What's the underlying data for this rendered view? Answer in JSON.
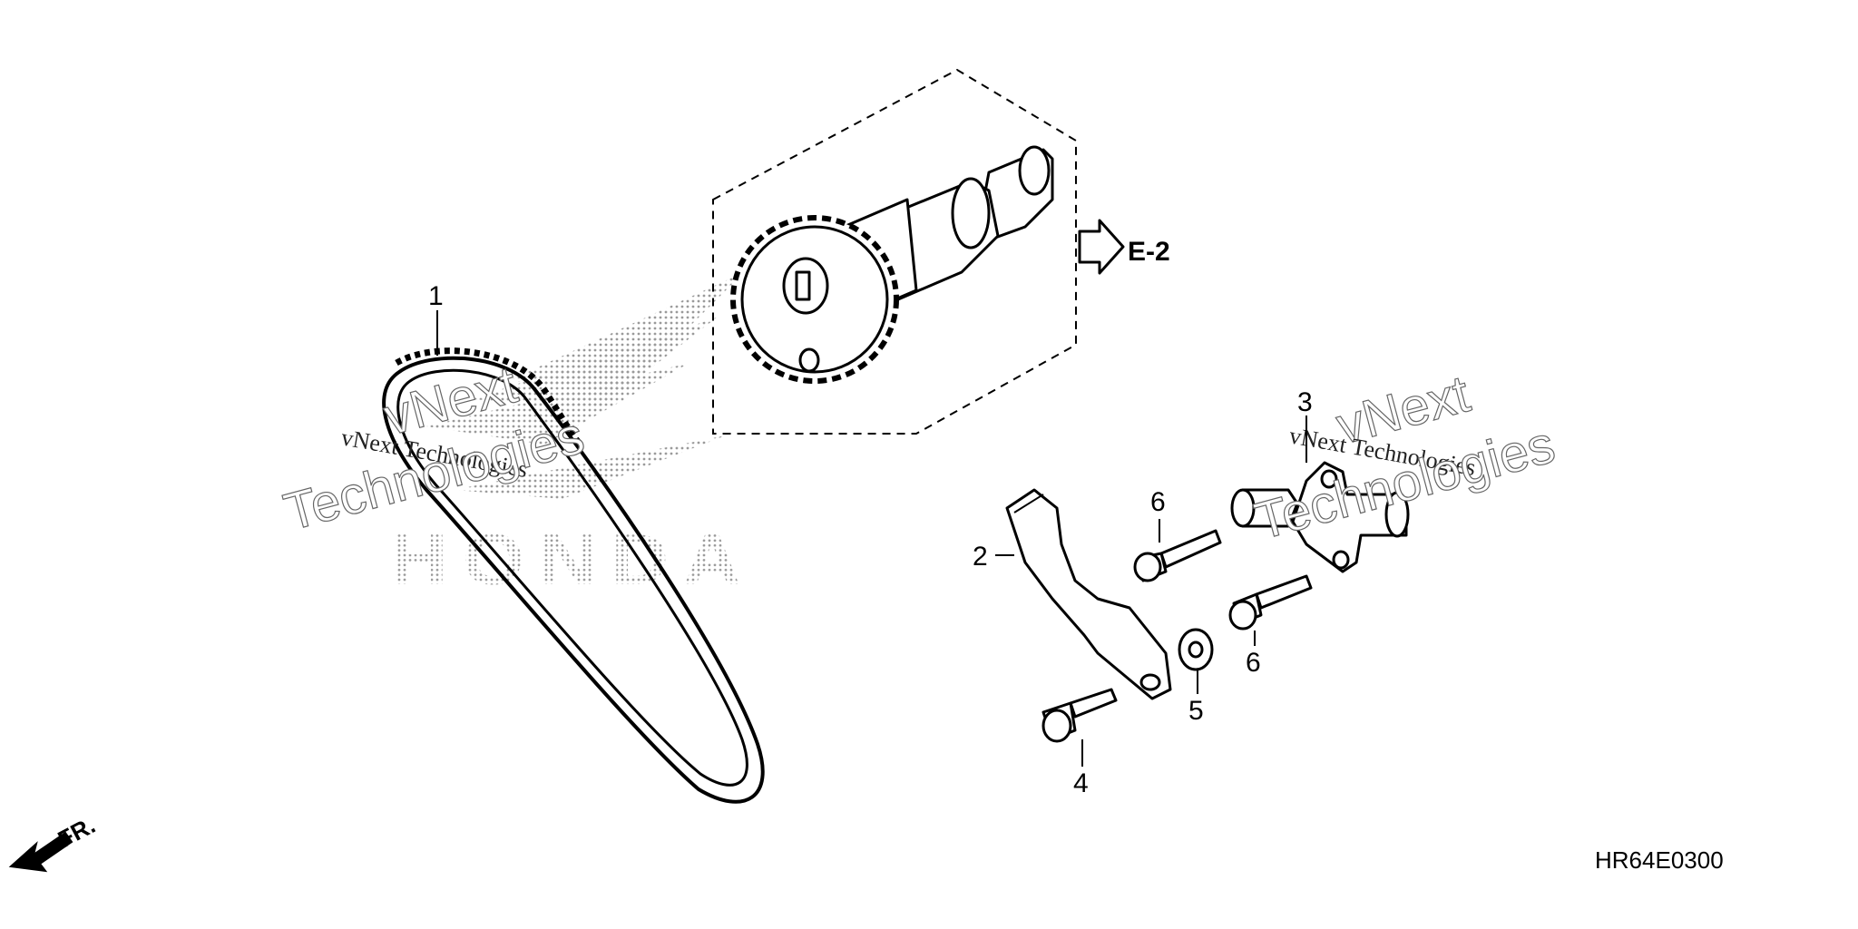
{
  "callouts": [
    {
      "id": "1",
      "text": "1"
    },
    {
      "id": "2",
      "text": "2"
    },
    {
      "id": "3",
      "text": "3"
    },
    {
      "id": "4",
      "text": "4"
    },
    {
      "id": "5",
      "text": "5"
    },
    {
      "id": "6a",
      "text": "6"
    },
    {
      "id": "6b",
      "text": "6"
    }
  ],
  "reference": {
    "text": "E-2"
  },
  "front_marker": {
    "text": "FR."
  },
  "diagram_code": "HR64E0300",
  "watermarks": {
    "brand": "vNext",
    "company_line": "vNext Technologies",
    "technologies": "Technologies",
    "logo_text": "HONDA"
  }
}
